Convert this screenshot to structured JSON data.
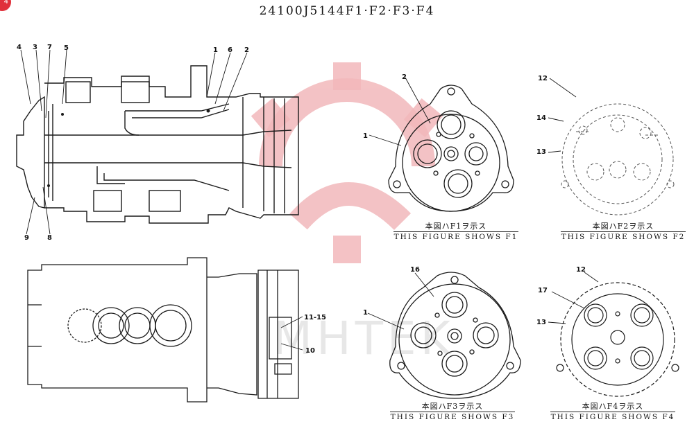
{
  "title": "24100J5144F1·F2·F3·F4",
  "badge": "4",
  "watermark": "MHTEK",
  "callouts_side": {
    "n4": "4",
    "n3": "3",
    "n7": "7",
    "n5": "5",
    "n1": "1",
    "n6": "6",
    "n2": "2",
    "n9": "9",
    "n8": "8"
  },
  "callouts_bottom": {
    "n11_15": "11-15",
    "n10": "10"
  },
  "callouts_f1": {
    "n2": "2",
    "n1": "1"
  },
  "callouts_f2": {
    "n12": "12",
    "n14": "14",
    "n13": "13"
  },
  "callouts_f3": {
    "n16": "16",
    "n1": "1"
  },
  "callouts_f4": {
    "n12": "12",
    "n17": "17",
    "n13": "13"
  },
  "captions": {
    "f1": {
      "jp": "本図ハF1ヲ示ス",
      "en": "THIS FIGURE SHOWS F1"
    },
    "f2": {
      "jp": "本図ハF2ヲ示ス",
      "en": "THIS FIGURE SHOWS F2"
    },
    "f3": {
      "jp": "本図ハF3ヲ示ス",
      "en": "THIS FIGURE SHOWS F3"
    },
    "f4": {
      "jp": "本図ハF4ヲ示ス",
      "en": "THIS FIGURE SHOWS F4"
    }
  },
  "colors": {
    "ink": "#1a1a1a",
    "badge": "#e0303b",
    "watermark_red": "#f2b8bb",
    "watermark_gray": "#e7e7e7"
  }
}
